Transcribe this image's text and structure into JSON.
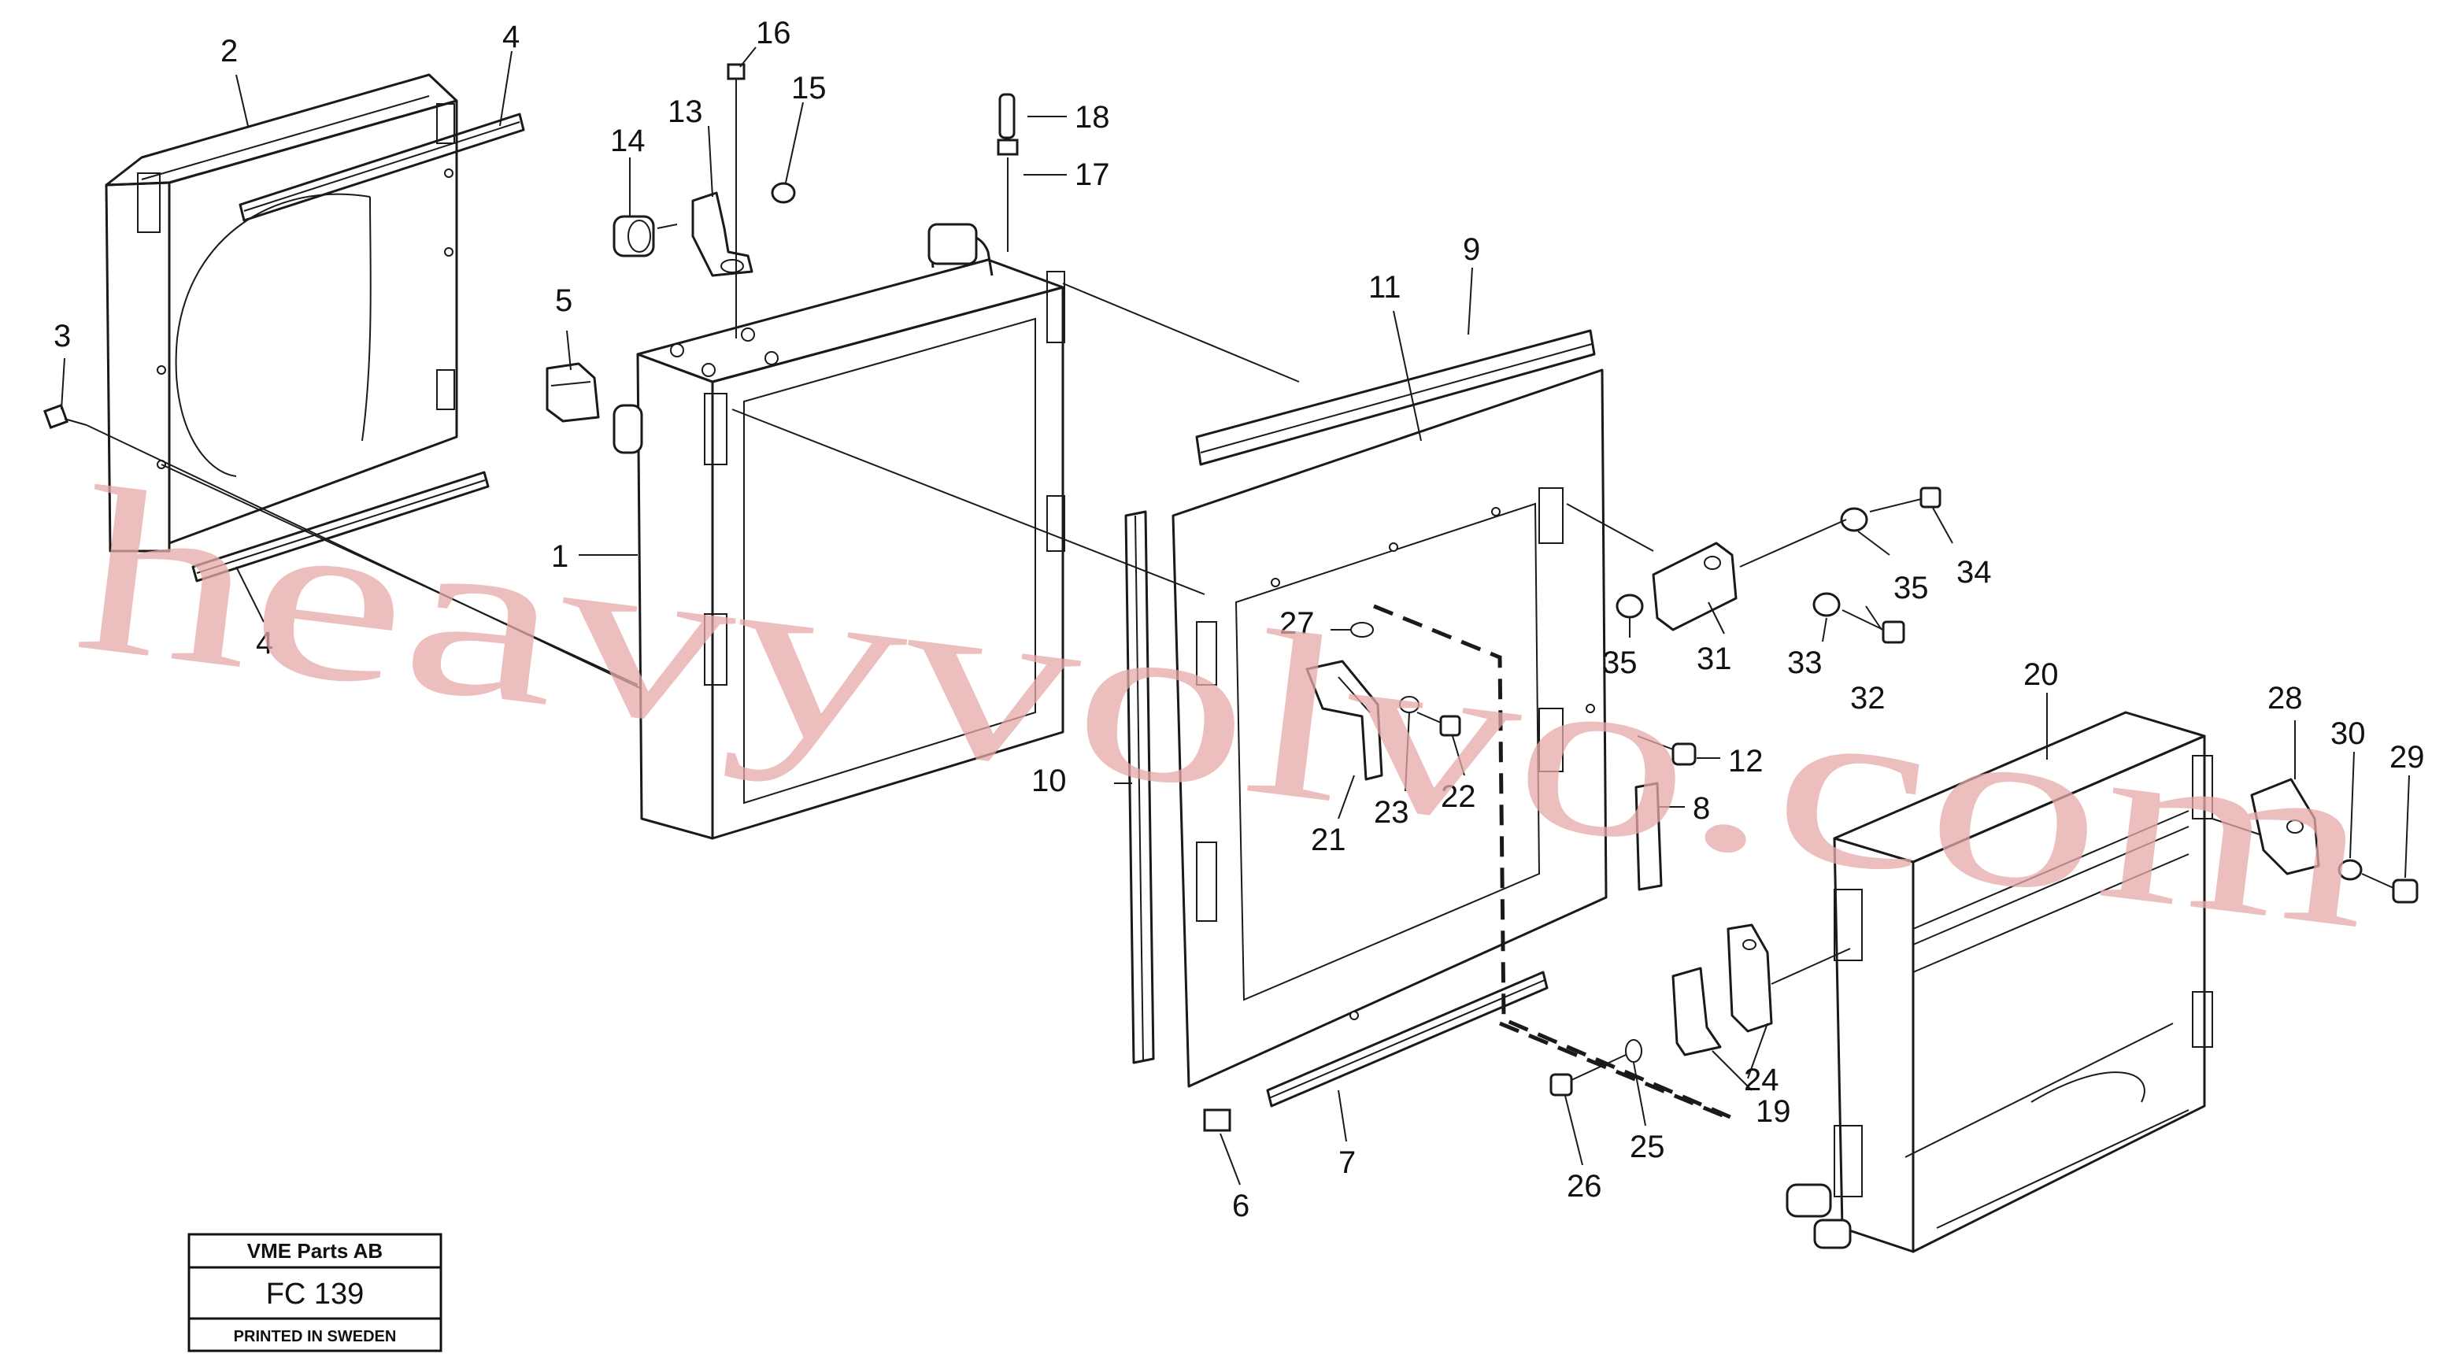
{
  "watermark": "heavyvolvo.com",
  "title_block": {
    "company": "VME Parts AB",
    "code": "FC 139",
    "footer": "PRINTED IN SWEDEN"
  },
  "callouts": [
    "1",
    "2",
    "3",
    "4",
    "4",
    "5",
    "6",
    "7",
    "8",
    "9",
    "10",
    "11",
    "12",
    "13",
    "14",
    "15",
    "16",
    "17",
    "18",
    "19",
    "20",
    "21",
    "22",
    "23",
    "24",
    "25",
    "26",
    "27",
    "28",
    "29",
    "30",
    "31",
    "32",
    "33",
    "34",
    "35",
    "35"
  ]
}
